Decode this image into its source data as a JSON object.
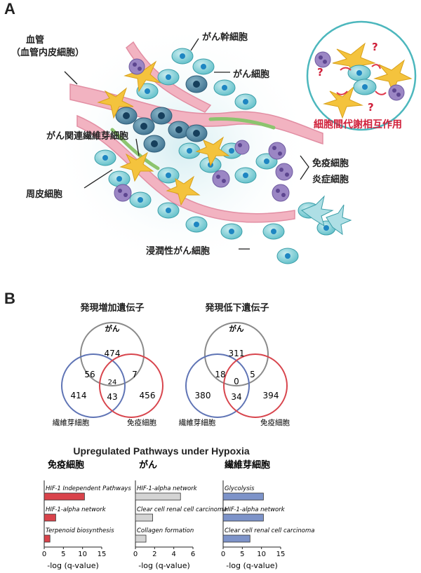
{
  "panelA": {
    "letter": "A",
    "labels": {
      "blood_vessel_1": "血管",
      "blood_vessel_2": "（血管内皮細胞）",
      "cancer_stem_cell": "がん幹細胞",
      "cancer_cell": "がん細胞",
      "caf": "がん関連繊維芽細胞",
      "pericyte": "周皮細胞",
      "immune_cell": "免疫細胞",
      "inflammatory_cell": "炎症細胞",
      "invasive_cancer_cell": "浸潤性がん細胞",
      "interaction": "細胞間代謝相互作用",
      "question_mark": "?"
    }
  },
  "panelB": {
    "letter": "B",
    "venn_up": {
      "title": "発現増加遺伝子",
      "top_label": "がん",
      "left_label": "繊維芽細胞",
      "right_label": "免疫細胞",
      "only_top": "474",
      "top_left": "56",
      "top_right": "7",
      "center": "24",
      "only_left": "414",
      "left_right": "43",
      "only_right": "456"
    },
    "venn_down": {
      "title": "発現低下遺伝子",
      "top_label": "がん",
      "left_label": "繊維芽細胞",
      "right_label": "免疫細胞",
      "only_top": "311",
      "top_left": "18",
      "top_right": "5",
      "center": "0",
      "only_left": "380",
      "left_right": "34",
      "only_right": "394"
    },
    "pathways_title": "Upregulated Pathways under Hypoxia"
  },
  "chart_data": [
    {
      "type": "bar",
      "orientation": "horizontal",
      "title": "免疫細胞",
      "categories": [
        "HIF-1 Independent Pathways",
        "HIF-1-alpha network",
        "Terpenoid biosynthesis"
      ],
      "values": [
        10.5,
        3,
        1.5
      ],
      "xlabel": "-log (q-value)",
      "xlim": [
        0,
        15
      ],
      "xticks": [
        "0",
        "5",
        "10",
        "15"
      ],
      "color": "#d9434b"
    },
    {
      "type": "bar",
      "orientation": "horizontal",
      "title": "がん",
      "categories": [
        "HIF-1-alpha network",
        "Clear cell renal cell carcinoma",
        "Collagen formation"
      ],
      "values": [
        4.7,
        1.8,
        1.1
      ],
      "xlabel": "-log (q-value)",
      "xlim": [
        0,
        6
      ],
      "xticks": [
        "0",
        "2",
        "4",
        "6"
      ],
      "color": "#d4d4d4"
    },
    {
      "type": "bar",
      "orientation": "horizontal",
      "title": "繊維芽細胞",
      "categories": [
        "Glycolysis",
        "HIF-1-alpha network",
        "Clear cell renal cell carcinoma"
      ],
      "values": [
        10.5,
        10.5,
        7
      ],
      "xlabel": "-log (q-value)",
      "xlim": [
        0,
        15
      ],
      "xticks": [
        "0",
        "5",
        "10",
        "15"
      ],
      "color": "#7d93c9"
    }
  ]
}
